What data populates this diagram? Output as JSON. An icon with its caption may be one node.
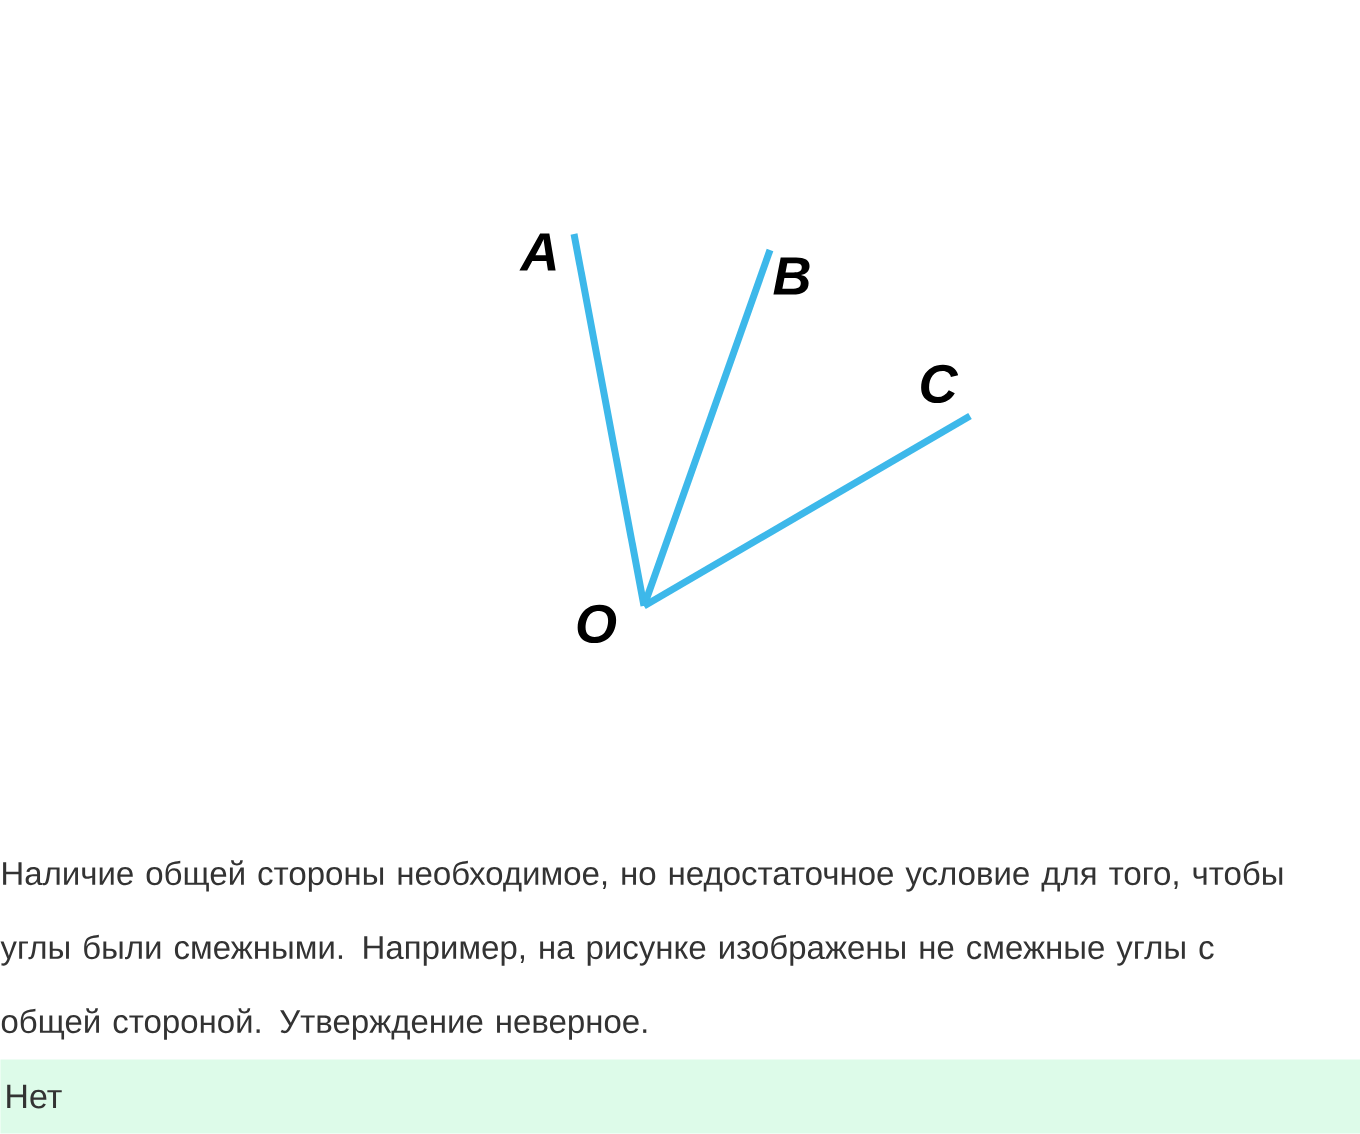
{
  "diagram": {
    "nodes": [
      {
        "text": [
          "A"
        ]
      },
      {
        "text": [
          "B"
        ]
      },
      {
        "text": [
          "C"
        ]
      },
      {
        "text": [
          "O"
        ]
      },
      {
        "text": [
          "Нет"
        ]
      }
    ],
    "edges": [
      {
        "from": 3,
        "to": 0,
        "arrow": "none"
      },
      {
        "from": 3,
        "to": 1,
        "arrow": "none"
      },
      {
        "from": 3,
        "to": 2,
        "arrow": "none"
      }
    ],
    "labels": [
      "Наличие общей стороны необходимое, но недостаточное условие для того, чтобы углы были смежными. Например, на рисунке изображены не смежные углы с общей стороной. Утверждение неверное."
    ]
  }
}
